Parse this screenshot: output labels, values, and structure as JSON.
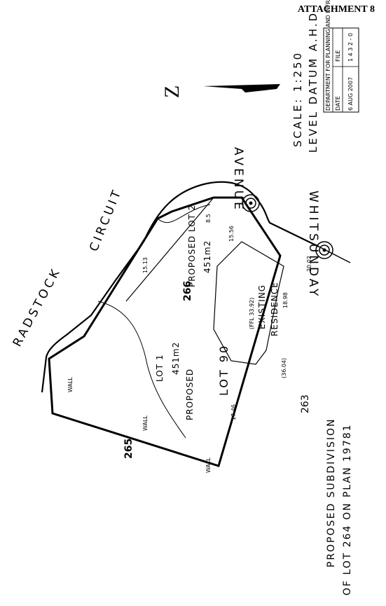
{
  "attachment": "ATTACHMENT 8",
  "stamp": {
    "department": "DEPARTMENT FOR PLANNING AND INFRASTRU",
    "date_label": "DATE",
    "file_label": "FILE",
    "date_value": "6 AUG 2007",
    "file_value": "1 4 3 2 - 0"
  },
  "scale": "SCALE: 1:250",
  "datum": "LEVEL DATUM A.H.D",
  "north_symbol": "Z",
  "streets": {
    "avenue": "AVENUE",
    "whitsunday": "WHITSUNDAY",
    "circuit": "CIRCUIT",
    "radstock": "RADSTOCK"
  },
  "lots": {
    "lot1_name": "LOT 1",
    "lot1_area": "451m2",
    "lot1_proposed": "PROPOSED",
    "lot2_name": "PROPOSED LOT 2",
    "lot2_area": "451m2",
    "lot_main": "LOT 90",
    "lot_266": "266",
    "existing": "EXISTING",
    "residence": "RESIDENCE",
    "ffl": "(FFL 33.92)"
  },
  "neighbours": {
    "lot_263": "263",
    "lot_265": "265",
    "dim_36": "(36.04)"
  },
  "dimensions": {
    "d1": "15.56",
    "d2": "18.98",
    "d3": "20.02",
    "d4": "15.13",
    "d5": "17.46",
    "d6": "8.5"
  },
  "walls": {
    "w1": "WALL",
    "w2": "WALL",
    "w3": "WALL"
  },
  "title": {
    "line1": "PROPOSED SUBDIVISION",
    "line2": "OF LOT 264 ON PLAN 19781"
  }
}
